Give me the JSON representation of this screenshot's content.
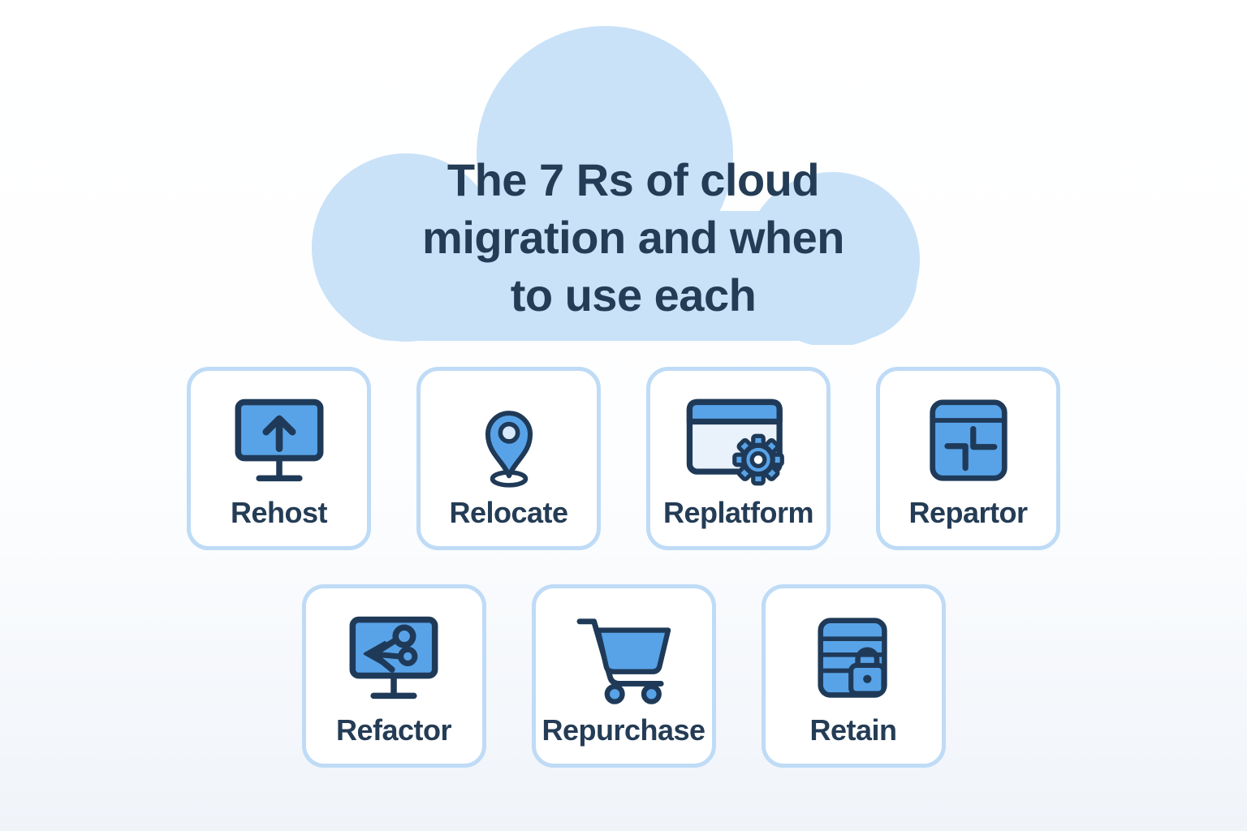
{
  "title": {
    "text": "The 7 Rs of cloud migration and when to use each",
    "lines": [
      "The 7 Rs of cloud",
      "migration and when",
      "to use each"
    ]
  },
  "cards": [
    {
      "label": "Rehost",
      "icon": "monitor-upload-icon"
    },
    {
      "label": "Relocate",
      "icon": "map-pin-icon"
    },
    {
      "label": "Replatform",
      "icon": "browser-gear-icon"
    },
    {
      "label": "Repartor",
      "icon": "window-partition-icon"
    },
    {
      "label": "Refactor",
      "icon": "monitor-share-icon"
    },
    {
      "label": "Repurchase",
      "icon": "shopping-cart-icon"
    },
    {
      "label": "Retain",
      "icon": "server-lock-icon"
    }
  ],
  "colors": {
    "cloud_fill": "#c9e2f8",
    "icon_fill": "#58a3e8",
    "icon_fill_light": "#e9f1fa",
    "pin_inner": "#d6e9fb",
    "icon_outline": "#1f3a58",
    "card_border": "#bfdbf6",
    "card_background": "#ffffff",
    "heading_text": "#243c55",
    "label_text": "#243c55",
    "page_background_top": "#ffffff",
    "page_background_bottom": "#f0f4f9"
  }
}
